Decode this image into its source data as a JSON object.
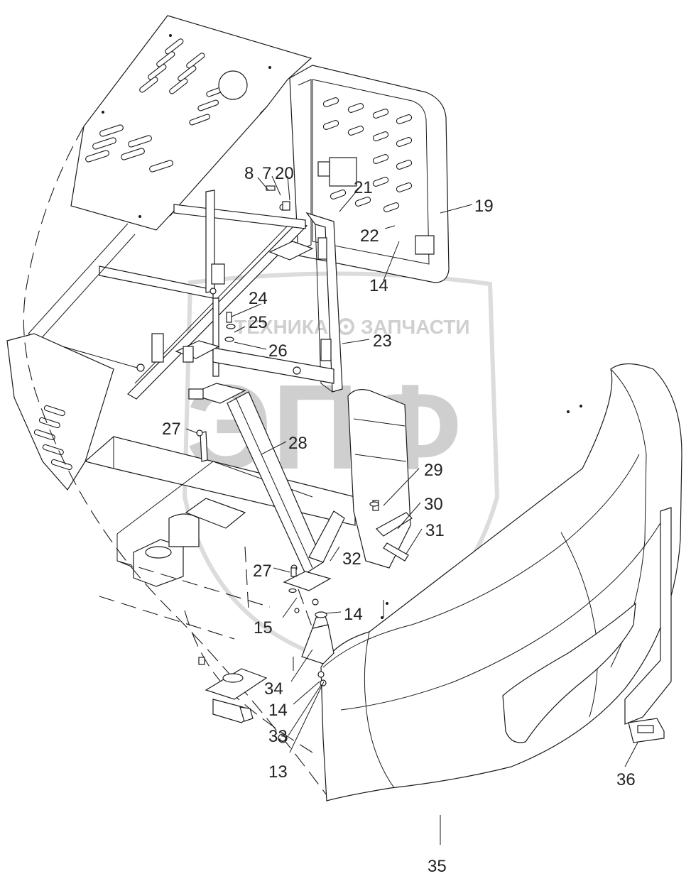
{
  "diagram": {
    "watermark": {
      "text_left": "ТЕХНИКА",
      "text_right": "ЗАПЧАСТИ",
      "logo": "ЭПФ",
      "gear_icon": "gear-icon",
      "color": "#cfcfcf"
    },
    "callouts": [
      "8",
      "7",
      "20",
      "21",
      "19",
      "22",
      "14",
      "24",
      "25",
      "23",
      "26",
      "27",
      "28",
      "29",
      "30",
      "31",
      "32",
      "27",
      "15",
      "14",
      "34",
      "14",
      "33",
      "13",
      "36",
      "35"
    ]
  }
}
